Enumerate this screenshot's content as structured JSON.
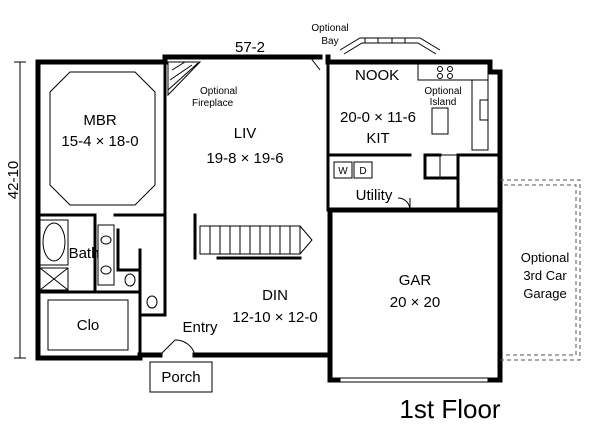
{
  "plan": {
    "title": "1st Floor",
    "width_dim": "57-2",
    "depth_dim": "42-10"
  },
  "rooms": {
    "mbr": {
      "name": "MBR",
      "size": "15-4 × 18-0"
    },
    "liv": {
      "name": "LIV",
      "size": "19-8 × 19-6"
    },
    "kit": {
      "name": "KIT",
      "size": "20-0 × 11-6"
    },
    "nook": {
      "name": "NOOK"
    },
    "utility": {
      "name": "Utility"
    },
    "washer": {
      "name": "W"
    },
    "dryer": {
      "name": "D"
    },
    "bath": {
      "name": "Bath"
    },
    "clo": {
      "name": "Clo"
    },
    "din": {
      "name": "DIN",
      "size": "12-10 × 12-0"
    },
    "entry": {
      "name": "Entry"
    },
    "porch": {
      "name": "Porch"
    },
    "gar": {
      "name": "GAR",
      "size": "20 × 20"
    }
  },
  "notes": {
    "fireplace_1": "Optional",
    "fireplace_2": "Fireplace",
    "bay_1": "Optional",
    "bay_2": "Bay",
    "island_1": "Optional",
    "island_2": "Island",
    "garage3_1": "Optional",
    "garage3_2": "3rd Car",
    "garage3_3": "Garage"
  }
}
